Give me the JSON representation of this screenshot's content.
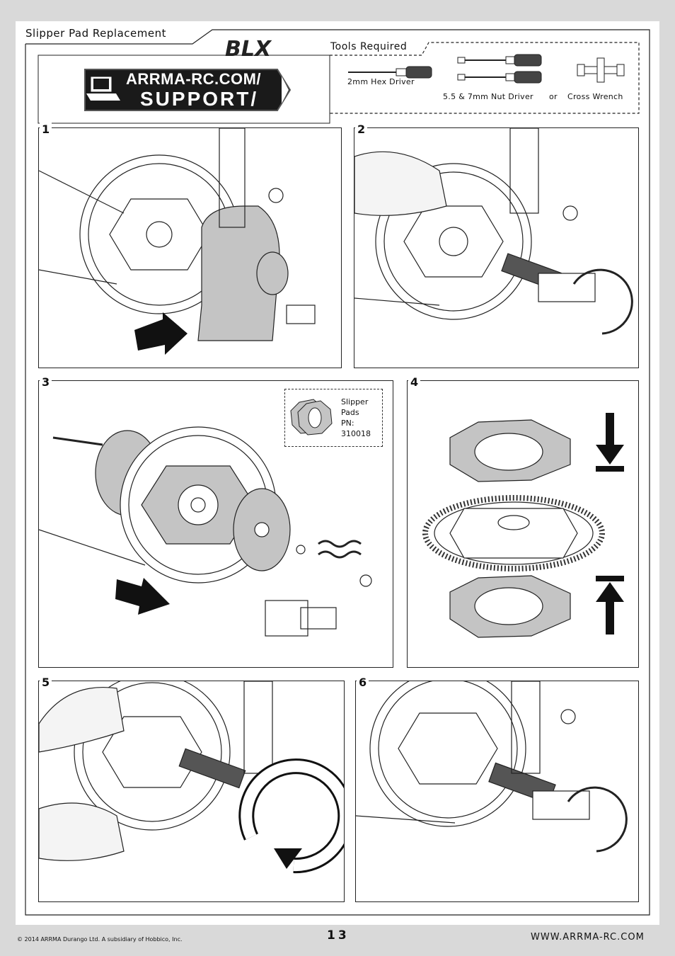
{
  "header": {
    "title": "Slipper Pad Replacement",
    "support_line1": "ARRMA-RC.COM/",
    "support_line2": "SUPPORT/",
    "logo_text": "BLX"
  },
  "tools": {
    "title": "Tools Required",
    "hex_driver": "2mm Hex Driver",
    "nut_driver": "5.5 & 7mm Nut Driver",
    "or": "or",
    "cross_wrench": "Cross Wrench"
  },
  "steps": [
    {
      "number": "1"
    },
    {
      "number": "2"
    },
    {
      "number": "3"
    },
    {
      "number": "4"
    },
    {
      "number": "5"
    },
    {
      "number": "6"
    }
  ],
  "slipper_callout": {
    "line1": "Slipper",
    "line2": "Pads",
    "line3": "PN:",
    "line4": "310018"
  },
  "footer": {
    "copyright": "© 2014 ARRMA Durango Ltd. A subsidiary of Hobbico, Inc.",
    "page_number": "13",
    "website": "WWW.ARRMA-RC.COM"
  },
  "colors": {
    "accent": "#1a1a1a",
    "part_gray": "#bdbdbd",
    "background": "#d9d9d9"
  }
}
